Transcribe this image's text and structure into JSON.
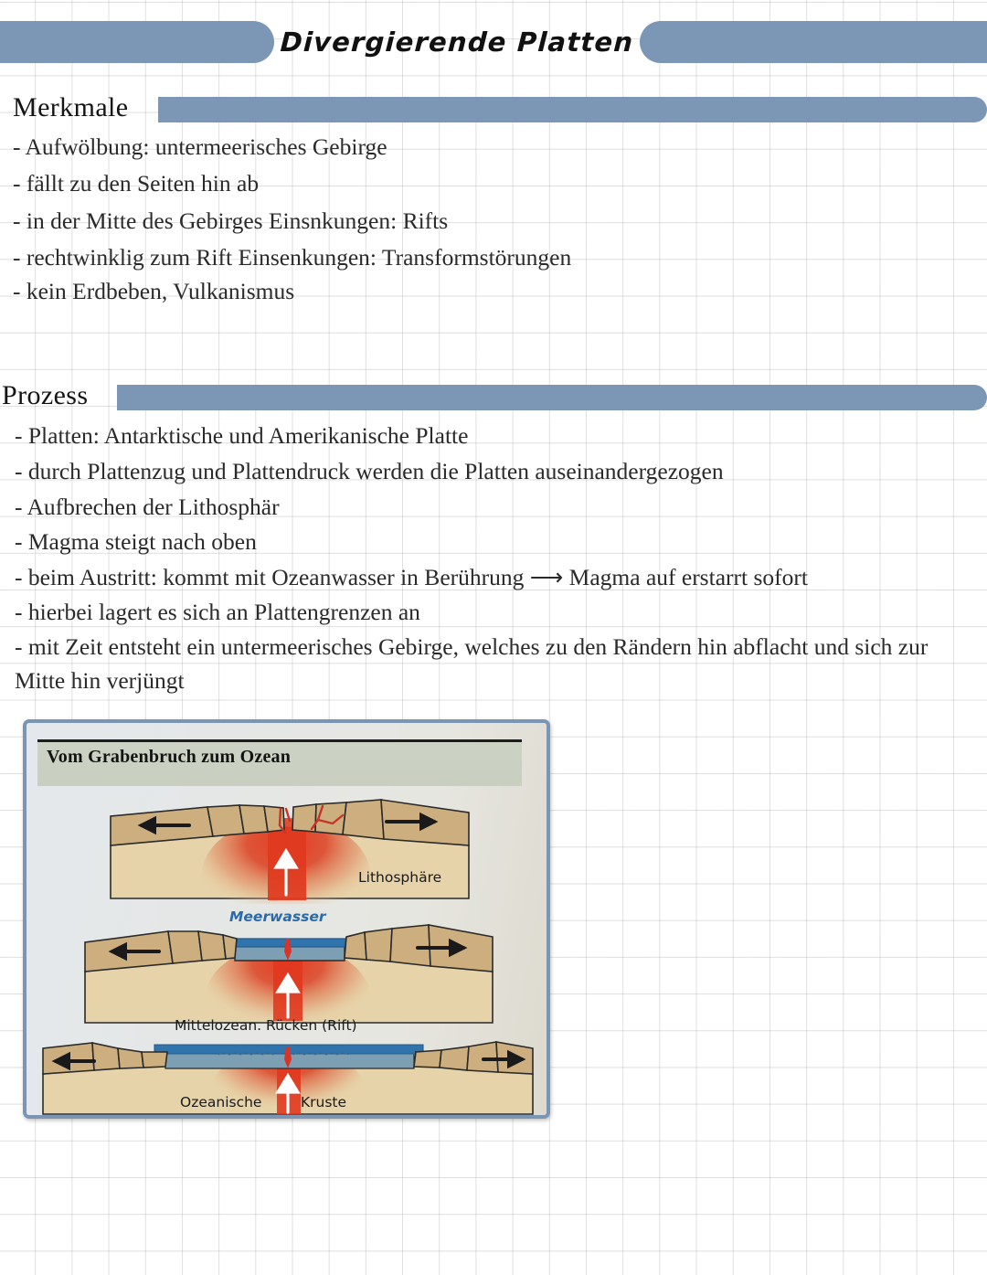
{
  "document": {
    "title": "Divergierende Platten",
    "accent_color": "#7b97b5",
    "paper": "squared-grid"
  },
  "sections": [
    {
      "heading": "Merkmale",
      "lines": [
        "- Aufwölbung: untermeerisches Gebirge",
        "- fällt zu den Seiten hin ab",
        "- in der Mitte des Gebirges Einsnkungen: Rifts",
        "- rechtwinklig zum Rift Einsenkungen: Transformstörungen",
        "- kein Erdbeben, Vulkanismus"
      ]
    },
    {
      "heading": "Prozess",
      "lines": [
        "- Platten: Antarktische und Amerikanische Platte",
        "- durch Plattenzug und Plattendruck werden die Platten auseinandergezogen",
        "- Aufbrechen der Lithosphär",
        "- Magma steigt nach oben",
        "- beim Austritt: kommt mit Ozeanwasser in Berührung ⟶ Magma auf erstarrt sofort",
        "- hierbei lagert es sich an Plattengrenzen an",
        "- mit Zeit entsteht ein untermeerisches Gebirge, welches zu den Rändern hin abflacht und sich zur Mitte hin verjüngt"
      ]
    }
  ],
  "figure": {
    "title": "Vom Grabenbruch zum Ozean",
    "labels": {
      "lithosphaere": "Lithosphäre",
      "meerwasser": "Meerwasser",
      "ruecken": "Mittelozean. Rücken (Rift)",
      "ozeanische": "Ozeanische",
      "kruste": "Kruste"
    },
    "colors": {
      "crust_block": "#cdaf7f",
      "mantle": "#e7d3a9",
      "magma": "#d9342a",
      "seawater_deep": "#7d9fb4",
      "seawater_surface": "#2f74ad",
      "frame": "#7b95b5",
      "band": "#cbd1c2"
    },
    "panels": [
      {
        "stage": 1,
        "desc": "Grabenbruch – Aufwölbung mit Riss, Magma steigt auf",
        "arrow_left": "←",
        "arrow_right": "→",
        "magma_arrow": "↑"
      },
      {
        "stage": 2,
        "desc": "Meerwasser dringt in den Graben ein",
        "arrow_left": "←",
        "arrow_right": "→",
        "magma_arrow": "↑"
      },
      {
        "stage": 3,
        "desc": "Ozean mit mittelozeanischem Rücken und ozeanischer Kruste",
        "arrow_left": "←",
        "arrow_right": "→",
        "magma_arrow": "↑"
      }
    ]
  }
}
